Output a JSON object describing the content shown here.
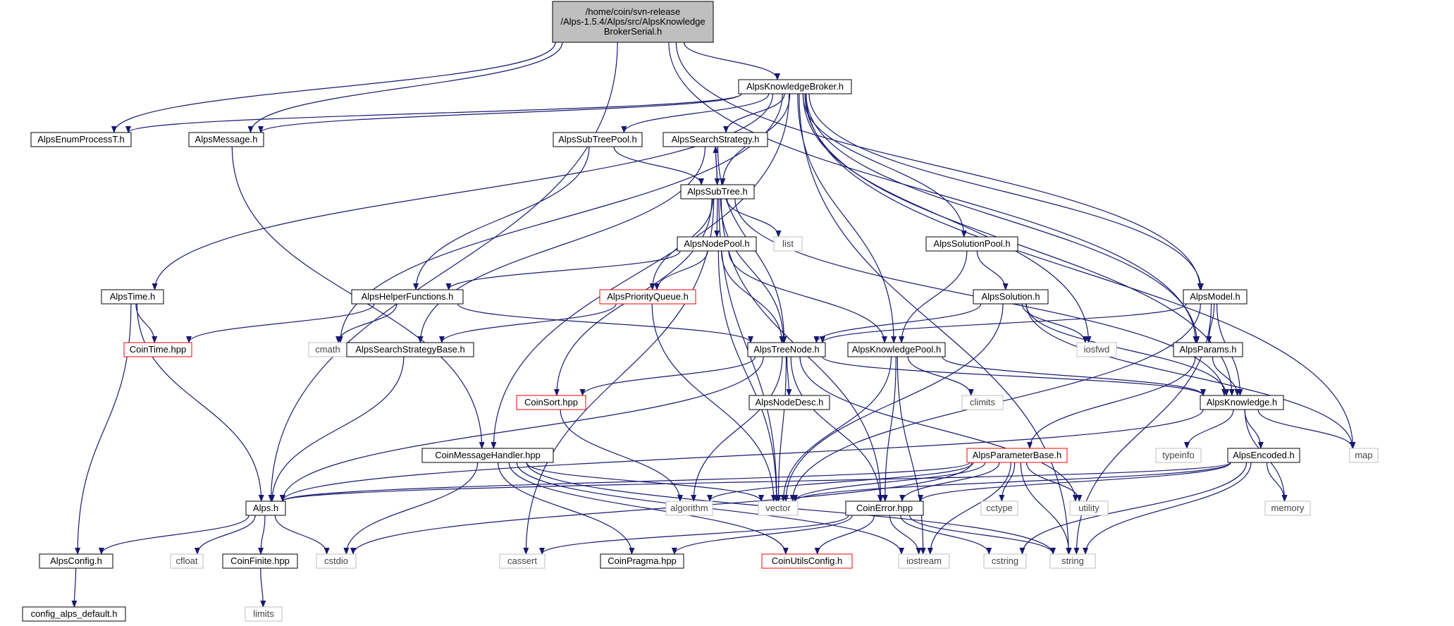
{
  "diagram": {
    "nodes": [
      {
        "id": "root",
        "lines": [
          "/home/coin/svn-release",
          "/Alps-1.5.4/Alps/src/AlpsKnowledge",
          "BrokerSerial.h"
        ],
        "style": "root"
      },
      {
        "id": "broker",
        "lines": [
          "AlpsKnowledgeBroker.h"
        ],
        "style": "normal"
      },
      {
        "id": "enum",
        "lines": [
          "AlpsEnumProcessT.h"
        ],
        "style": "normal"
      },
      {
        "id": "message",
        "lines": [
          "AlpsMessage.h"
        ],
        "style": "normal"
      },
      {
        "id": "subtreepool",
        "lines": [
          "AlpsSubTreePool.h"
        ],
        "style": "normal"
      },
      {
        "id": "searchstrategy",
        "lines": [
          "AlpsSearchStrategy.h"
        ],
        "style": "normal"
      },
      {
        "id": "subtree",
        "lines": [
          "AlpsSubTree.h"
        ],
        "style": "normal"
      },
      {
        "id": "list",
        "lines": [
          "list"
        ],
        "style": "system"
      },
      {
        "id": "nodepool",
        "lines": [
          "AlpsNodePool.h"
        ],
        "style": "normal"
      },
      {
        "id": "solutionpool",
        "lines": [
          "AlpsSolutionPool.h"
        ],
        "style": "normal"
      },
      {
        "id": "time",
        "lines": [
          "AlpsTime.h"
        ],
        "style": "normal"
      },
      {
        "id": "helper",
        "lines": [
          "AlpsHelperFunctions.h"
        ],
        "style": "normal"
      },
      {
        "id": "prioqueue",
        "lines": [
          "AlpsPriorityQueue.h"
        ],
        "style": "red"
      },
      {
        "id": "solution",
        "lines": [
          "AlpsSolution.h"
        ],
        "style": "normal"
      },
      {
        "id": "model",
        "lines": [
          "AlpsModel.h"
        ],
        "style": "normal"
      },
      {
        "id": "cointime",
        "lines": [
          "CoinTime.hpp"
        ],
        "style": "red"
      },
      {
        "id": "cmath",
        "lines": [
          "cmath"
        ],
        "style": "system"
      },
      {
        "id": "ssbase",
        "lines": [
          "AlpsSearchStrategyBase.h"
        ],
        "style": "normal"
      },
      {
        "id": "treenode",
        "lines": [
          "AlpsTreeNode.h"
        ],
        "style": "normal"
      },
      {
        "id": "kpool",
        "lines": [
          "AlpsKnowledgePool.h"
        ],
        "style": "normal"
      },
      {
        "id": "iosfwd",
        "lines": [
          "iosfwd"
        ],
        "style": "system"
      },
      {
        "id": "params",
        "lines": [
          "AlpsParams.h"
        ],
        "style": "normal"
      },
      {
        "id": "coinsort",
        "lines": [
          "CoinSort.hpp"
        ],
        "style": "red"
      },
      {
        "id": "nodedesc",
        "lines": [
          "AlpsNodeDesc.h"
        ],
        "style": "normal"
      },
      {
        "id": "climits",
        "lines": [
          "climits"
        ],
        "style": "system"
      },
      {
        "id": "knowledge",
        "lines": [
          "AlpsKnowledge.h"
        ],
        "style": "normal"
      },
      {
        "id": "cmh",
        "lines": [
          "CoinMessageHandler.hpp"
        ],
        "style": "normal"
      },
      {
        "id": "parambase",
        "lines": [
          "AlpsParameterBase.h"
        ],
        "style": "red"
      },
      {
        "id": "typeinfo",
        "lines": [
          "typeinfo"
        ],
        "style": "system"
      },
      {
        "id": "encoded",
        "lines": [
          "AlpsEncoded.h"
        ],
        "style": "normal"
      },
      {
        "id": "map",
        "lines": [
          "map"
        ],
        "style": "system"
      },
      {
        "id": "alps",
        "lines": [
          "Alps.h"
        ],
        "style": "normal"
      },
      {
        "id": "algorithm",
        "lines": [
          "algorithm"
        ],
        "style": "system"
      },
      {
        "id": "vector",
        "lines": [
          "vector"
        ],
        "style": "system"
      },
      {
        "id": "coinerror",
        "lines": [
          "CoinError.hpp"
        ],
        "style": "normal"
      },
      {
        "id": "cctype",
        "lines": [
          "cctype"
        ],
        "style": "system"
      },
      {
        "id": "utility",
        "lines": [
          "utility"
        ],
        "style": "system"
      },
      {
        "id": "memory",
        "lines": [
          "memory"
        ],
        "style": "system"
      },
      {
        "id": "config",
        "lines": [
          "AlpsConfig.h"
        ],
        "style": "normal"
      },
      {
        "id": "cfloat",
        "lines": [
          "cfloat"
        ],
        "style": "system"
      },
      {
        "id": "coinfinite",
        "lines": [
          "CoinFinite.hpp"
        ],
        "style": "normal"
      },
      {
        "id": "cstdio",
        "lines": [
          "cstdio"
        ],
        "style": "system"
      },
      {
        "id": "cassert",
        "lines": [
          "cassert"
        ],
        "style": "system"
      },
      {
        "id": "coinpragma",
        "lines": [
          "CoinPragma.hpp"
        ],
        "style": "normal"
      },
      {
        "id": "coinutilsconfig",
        "lines": [
          "CoinUtilsConfig.h"
        ],
        "style": "red"
      },
      {
        "id": "iostream",
        "lines": [
          "iostream"
        ],
        "style": "system"
      },
      {
        "id": "cstring",
        "lines": [
          "cstring"
        ],
        "style": "system"
      },
      {
        "id": "string",
        "lines": [
          "string"
        ],
        "style": "system"
      },
      {
        "id": "configdefault",
        "lines": [
          "config_alps_default.h"
        ],
        "style": "normal"
      },
      {
        "id": "limits",
        "lines": [
          "limits"
        ],
        "style": "system"
      }
    ],
    "edges": [
      [
        "root",
        "broker"
      ],
      [
        "root",
        "enum"
      ],
      [
        "root",
        "message"
      ],
      [
        "root",
        "alps"
      ],
      [
        "root",
        "model"
      ],
      [
        "root",
        "params"
      ],
      [
        "broker",
        "enum"
      ],
      [
        "broker",
        "message"
      ],
      [
        "broker",
        "subtreepool"
      ],
      [
        "broker",
        "searchstrategy"
      ],
      [
        "broker",
        "subtree"
      ],
      [
        "broker",
        "time"
      ],
      [
        "broker",
        "cmh"
      ],
      [
        "broker",
        "cmath"
      ],
      [
        "broker",
        "kpool"
      ],
      [
        "broker",
        "solutionpool"
      ],
      [
        "broker",
        "iosfwd"
      ],
      [
        "broker",
        "params"
      ],
      [
        "broker",
        "model"
      ],
      [
        "broker",
        "knowledge"
      ],
      [
        "broker",
        "map"
      ],
      [
        "broker",
        "string"
      ],
      [
        "message",
        "cmh"
      ],
      [
        "subtreepool",
        "subtree"
      ],
      [
        "subtreepool",
        "helper"
      ],
      [
        "searchstrategy",
        "subtree"
      ],
      [
        "searchstrategy",
        "ssbase"
      ],
      [
        "searchstrategy",
        "treenode"
      ],
      [
        "subtree",
        "searchstrategy"
      ],
      [
        "subtree",
        "nodepool"
      ],
      [
        "subtree",
        "list"
      ],
      [
        "subtree",
        "prioqueue"
      ],
      [
        "subtree",
        "treenode"
      ],
      [
        "subtree",
        "coinsort"
      ],
      [
        "subtree",
        "cassert"
      ],
      [
        "subtree",
        "vector"
      ],
      [
        "subtree",
        "coinerror"
      ],
      [
        "subtree",
        "knowledge"
      ],
      [
        "nodepool",
        "helper"
      ],
      [
        "nodepool",
        "prioqueue"
      ],
      [
        "nodepool",
        "treenode"
      ],
      [
        "nodepool",
        "kpool"
      ],
      [
        "nodepool",
        "vector"
      ],
      [
        "solutionpool",
        "solution"
      ],
      [
        "solutionpool",
        "kpool"
      ],
      [
        "time",
        "cointime"
      ],
      [
        "time",
        "alps"
      ],
      [
        "time",
        "config"
      ],
      [
        "helper",
        "cointime"
      ],
      [
        "helper",
        "cmath"
      ],
      [
        "helper",
        "treenode"
      ],
      [
        "prioqueue",
        "ssbase"
      ],
      [
        "prioqueue",
        "vector"
      ],
      [
        "solution",
        "treenode"
      ],
      [
        "solution",
        "iosfwd"
      ],
      [
        "solution",
        "knowledge"
      ],
      [
        "solution",
        "map"
      ],
      [
        "solution",
        "vector"
      ],
      [
        "model",
        "treenode"
      ],
      [
        "model",
        "params"
      ],
      [
        "model",
        "knowledge"
      ],
      [
        "model",
        "string"
      ],
      [
        "model",
        "vector"
      ],
      [
        "ssbase",
        "alps"
      ],
      [
        "treenode",
        "alps"
      ],
      [
        "treenode",
        "coinsort"
      ],
      [
        "treenode",
        "nodedesc"
      ],
      [
        "treenode",
        "knowledge"
      ],
      [
        "treenode",
        "algorithm"
      ],
      [
        "treenode",
        "vector"
      ],
      [
        "treenode",
        "coinerror"
      ],
      [
        "treenode",
        "utility"
      ],
      [
        "kpool",
        "coinerror"
      ],
      [
        "kpool",
        "climits"
      ],
      [
        "kpool",
        "knowledge"
      ],
      [
        "kpool",
        "vector"
      ],
      [
        "kpool",
        "iostream"
      ],
      [
        "params",
        "knowledge"
      ],
      [
        "params",
        "parambase"
      ],
      [
        "coinsort",
        "algorithm"
      ],
      [
        "knowledge",
        "alps"
      ],
      [
        "knowledge",
        "typeinfo"
      ],
      [
        "knowledge",
        "encoded"
      ],
      [
        "knowledge",
        "map"
      ],
      [
        "knowledge",
        "memory"
      ],
      [
        "cmh",
        "cstdio"
      ],
      [
        "cmh",
        "vector"
      ],
      [
        "cmh",
        "coinpragma"
      ],
      [
        "cmh",
        "coinutilsconfig"
      ],
      [
        "cmh",
        "iostream"
      ],
      [
        "cmh",
        "string"
      ],
      [
        "parambase",
        "alps"
      ],
      [
        "parambase",
        "algorithm"
      ],
      [
        "parambase",
        "vector"
      ],
      [
        "parambase",
        "coinerror"
      ],
      [
        "parambase",
        "cctype"
      ],
      [
        "parambase",
        "utility"
      ],
      [
        "parambase",
        "iostream"
      ],
      [
        "parambase",
        "string"
      ],
      [
        "parambase",
        "cstdio"
      ],
      [
        "encoded",
        "alps"
      ],
      [
        "encoded",
        "vector"
      ],
      [
        "encoded",
        "coinerror"
      ],
      [
        "encoded",
        "memory"
      ],
      [
        "encoded",
        "cstring"
      ],
      [
        "encoded",
        "string"
      ],
      [
        "alps",
        "config"
      ],
      [
        "alps",
        "cfloat"
      ],
      [
        "alps",
        "coinfinite"
      ],
      [
        "alps",
        "cstdio"
      ],
      [
        "coinerror",
        "iostream"
      ],
      [
        "coinerror",
        "cstring"
      ],
      [
        "coinerror",
        "string"
      ],
      [
        "coinerror",
        "cassert"
      ],
      [
        "coinerror",
        "coinpragma"
      ],
      [
        "coinerror",
        "coinutilsconfig"
      ],
      [
        "config",
        "configdefault"
      ],
      [
        "coinfinite",
        "limits"
      ]
    ]
  },
  "colors": {
    "edge": "#191970",
    "root_fill": "#bfbfbf",
    "normal_border": "#000000",
    "red_border": "#ff0000",
    "system_border": "#bfbfbf",
    "system_text": "#444444"
  }
}
